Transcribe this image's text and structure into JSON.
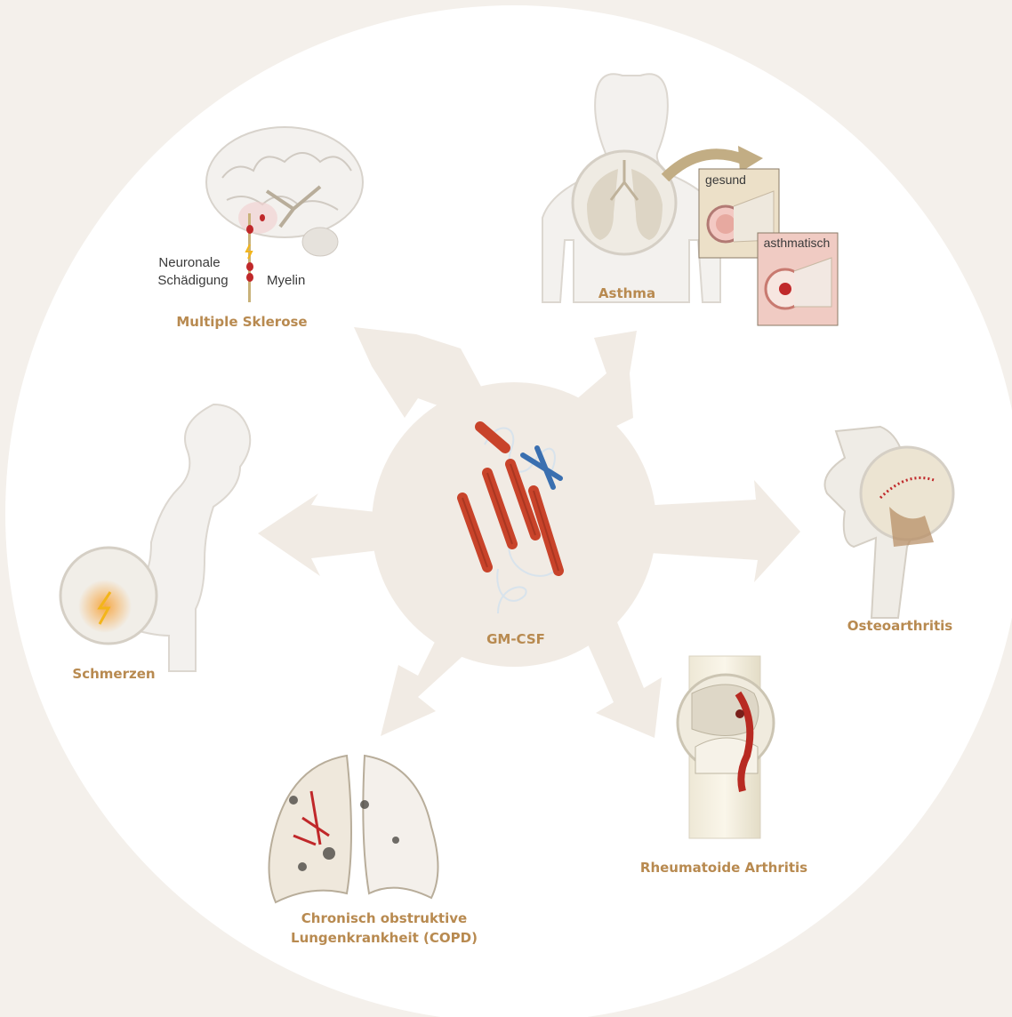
{
  "center": {
    "label": "GM-CSF"
  },
  "diseases": {
    "ms": {
      "label": "Multiple Sklerose",
      "annotation_left": [
        "Neuronale",
        "Schädigung"
      ],
      "annotation_right": "Myelin"
    },
    "asthma": {
      "label": "Asthma",
      "inset_healthy": "gesund",
      "inset_asthmatic": "asthmatisch"
    },
    "pain": {
      "label": "Schmerzen"
    },
    "oa": {
      "label": "Osteoarthritis"
    },
    "copd": {
      "label_line1": "Chronisch obstruktive",
      "label_line2": "Lungenkrankheit (COPD)"
    },
    "ra": {
      "label": "Rheumatoide Arthritis"
    }
  },
  "colors": {
    "background": "#f4f0eb",
    "circle": "#ffffff",
    "arrows": "#f1ebe4",
    "label": "#b88a50",
    "protein_helix": "#c8432a",
    "protein_sheet": "#3a6fb0",
    "inflammation": "#c0282a"
  },
  "icons": [
    "brain-icon",
    "body-silhouette-icon",
    "lungs-icon",
    "airway-icon",
    "protein-structure-icon",
    "lightning-icon",
    "hip-joint-icon",
    "knee-joint-icon"
  ]
}
